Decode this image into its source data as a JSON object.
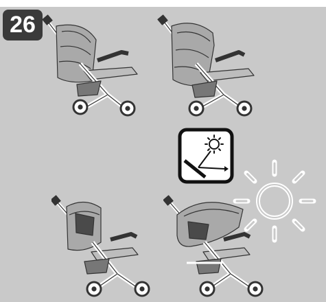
{
  "step": {
    "number": "26"
  },
  "figures": [
    {
      "name": "stroller-canopy-half-open-1"
    },
    {
      "name": "stroller-canopy-closed-1"
    },
    {
      "name": "stroller-canopy-open-2"
    },
    {
      "name": "stroller-canopy-extended-2"
    }
  ],
  "icons": {
    "uv": "uv-protection-icon",
    "sun": "sun-icon"
  },
  "colors": {
    "panel": "#c9c9c9",
    "badge": "#3a3a3a",
    "canopy": "#a9a9a9",
    "frame": "#ffffff",
    "dark": "#333333"
  }
}
